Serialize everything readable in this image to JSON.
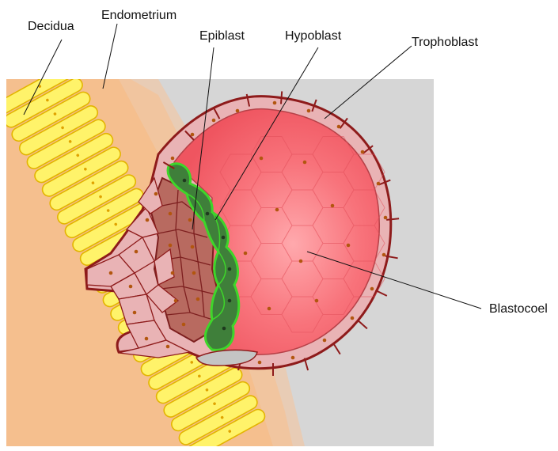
{
  "labels": {
    "decidua": "Decidua",
    "endometrium": "Endometrium",
    "epiblast": "Epiblast",
    "hypoblast": "Hypoblast",
    "trophoblast": "Trophoblast",
    "blastocoel": "Blastocoel"
  },
  "colors": {
    "decidua": "#f5bf8e",
    "background": "#d6d6d6",
    "endometrium_fill": "#fff36a",
    "endometrium_stroke": "#e3b400",
    "trophoblast_fill": "#e9b3b5",
    "trophoblast_stroke": "#8e1b1b",
    "blastocoel": "#f4656f",
    "epiblast": "#b86a60",
    "hypoblast_fill": "#3f7f3a",
    "hypoblast_stroke": "#3ed62a",
    "nucleus": "#b2560f"
  }
}
